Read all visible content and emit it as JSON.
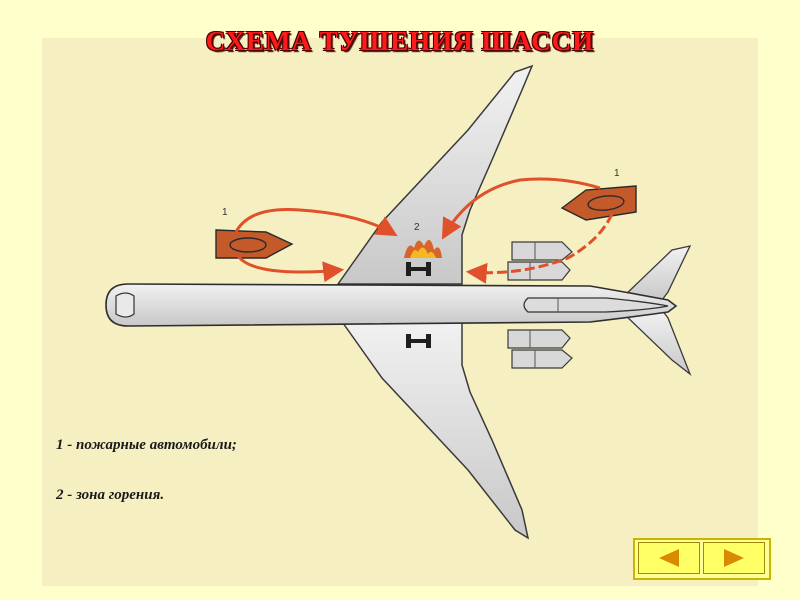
{
  "title": "СХЕМА ТУШЕНИЯ  ШАССИ",
  "labels": {
    "truck_left": "1",
    "truck_right": "1",
    "fire_zone": "2"
  },
  "legend": {
    "item1": "1 - пожарные автомобили;",
    "item2": "2 - зона горения."
  },
  "colors": {
    "title": "#ff1a1a",
    "truck_fill": "#c45a2a",
    "arrow": "#e0502a",
    "background": "#f5efc2"
  },
  "icons": {
    "prev": "triangle-left",
    "next": "triangle-right"
  }
}
